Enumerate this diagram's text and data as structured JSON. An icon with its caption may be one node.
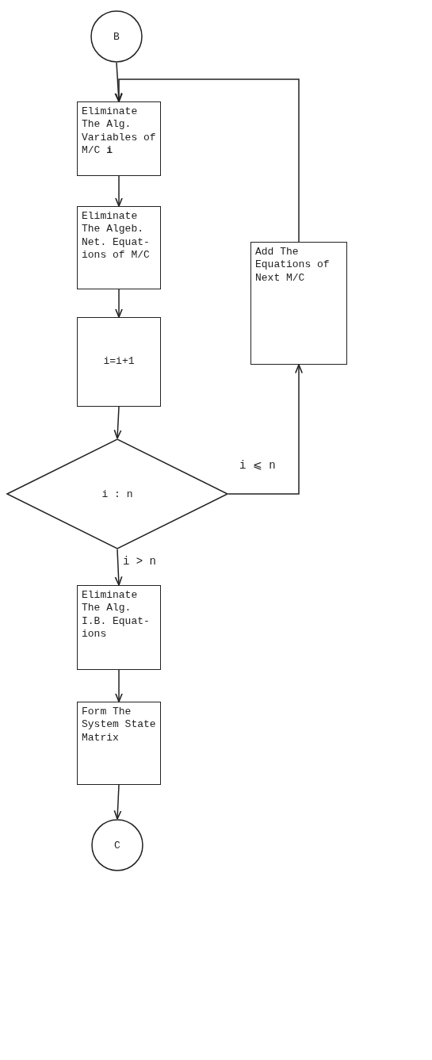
{
  "diagram": {
    "nodes": [
      {
        "text": [
          "B"
        ]
      },
      {
        "text": [
          "Eliminate The Alg. Variables of M/C **i**"
        ]
      },
      {
        "text": [
          "Eliminate The Algeb. Net. Equat- ions of M/C"
        ]
      },
      {
        "text": [
          "i=i+1"
        ]
      },
      {
        "text": [
          "i : n"
        ]
      },
      {
        "text": [
          "Add The Equations of Next M/C"
        ]
      },
      {
        "text": [
          "Eliminate The Alg. I.B. Equat- ions"
        ]
      },
      {
        "text": [
          "Form The System State Matrix"
        ]
      },
      {
        "text": [
          "C"
        ]
      }
    ],
    "edges": [
      {
        "from": 0,
        "to": 1,
        "arrow": "to"
      },
      {
        "from": 1,
        "to": 2,
        "arrow": "to"
      },
      {
        "from": 2,
        "to": 3,
        "arrow": "to"
      },
      {
        "from": 3,
        "to": 4,
        "arrow": "to"
      },
      {
        "from": 4,
        "to": 5,
        "arrow": "to",
        "label": "i ⩽ n"
      },
      {
        "from": 5,
        "to": 1,
        "arrow": "to"
      },
      {
        "from": 4,
        "to": 6,
        "arrow": "to",
        "label": "i > n"
      },
      {
        "from": 6,
        "to": 7,
        "arrow": "to"
      },
      {
        "from": 7,
        "to": 8,
        "arrow": "to"
      }
    ]
  }
}
